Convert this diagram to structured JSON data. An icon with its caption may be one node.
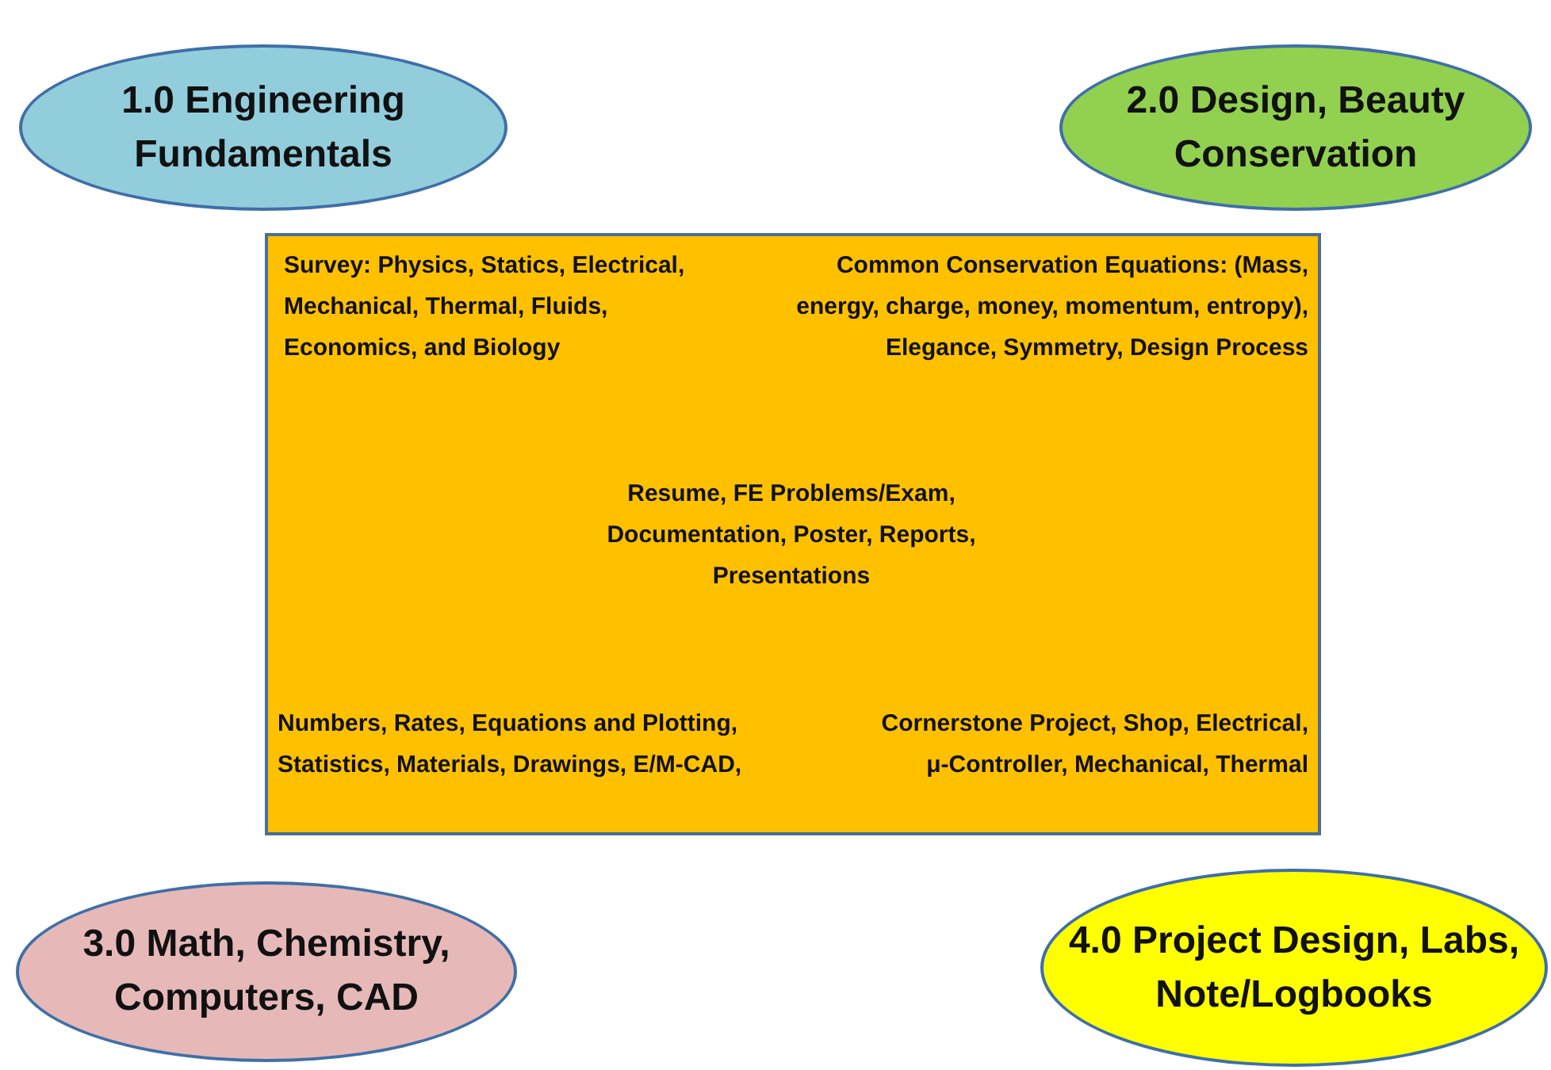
{
  "diagram": {
    "nodes": [
      {
        "text": [
          "1.0 Engineering Fundamentals"
        ]
      },
      {
        "text": [
          "2.0 Design, Beauty Conservation"
        ]
      },
      {
        "text": [
          "Survey: Physics, Statics, Electrical, Mechanical, Thermal, Fluids, Economics, and Biology",
          "Common Conservation Equations: (Mass, energy, charge, money, momentum, entropy), Elegance, Symmetry, Design Process",
          "Resume, FE Problems/Exam, Documentation, Poster, Reports, Presentations",
          "Numbers, Rates, Equations and Plotting, Statistics, Materials, Drawings, E/M-CAD,",
          "Cornerstone Project, Shop, Electrical, μ-Controller, Mechanical, Thermal"
        ]
      },
      {
        "text": [
          "3.0 Math, Chemistry, Computers, CAD"
        ]
      },
      {
        "text": [
          "4.0 Project Design, Labs, Note/Logbooks"
        ]
      }
    ],
    "edges": []
  }
}
